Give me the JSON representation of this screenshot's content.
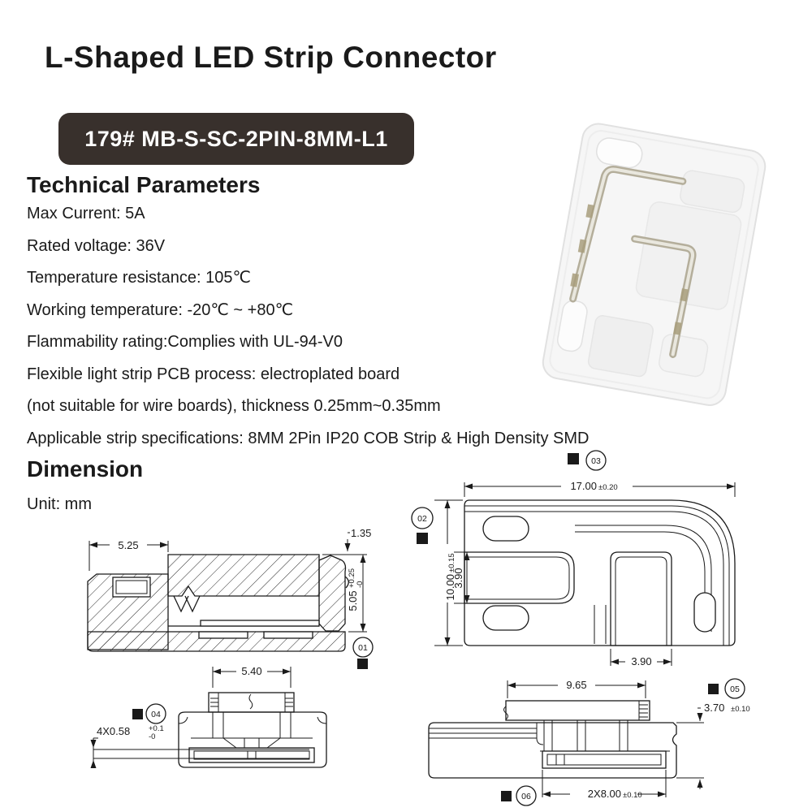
{
  "header": {
    "title": "L-Shaped LED Strip Connector",
    "model": "179# MB-S-SC-2PIN-8MM-L1"
  },
  "tech": {
    "heading": "Technical Parameters",
    "lines": [
      "Max Current: 5A",
      "Rated voltage: 36V",
      "Temperature resistance: 105℃",
      "Working temperature: -20℃ ~ +80℃",
      "Flammability rating:Complies with UL-94-V0",
      "Flexible light strip PCB process: electroplated board",
      "(not suitable for wire boards), thickness 0.25mm~0.35mm",
      "Applicable strip specifications: 8MM  2Pin IP20 COB Strip & High Density SMD"
    ]
  },
  "dimension": {
    "heading": "Dimension",
    "unit_label": "Unit: mm",
    "views": {
      "v1": {
        "balloon": "01",
        "dim_width": "5.25",
        "dim_lip": "1.35",
        "dim_height": "5.05",
        "dim_height_tol_up": "+0.25",
        "dim_height_tol_dn": "-0"
      },
      "v2": {
        "balloon_left": "02",
        "balloon_top": "03",
        "dim_width": "17.00",
        "dim_width_tol": "±0.20",
        "dim_height": "10.00",
        "dim_height_tol": "±0.15",
        "dim_slot": "3.90",
        "dim_leg": "3.90"
      },
      "v3": {
        "balloon": "04",
        "dim_top": "5.40",
        "dim_slot": "4X0.58",
        "dim_slot_tol_up": "+0.1",
        "dim_slot_tol_dn": "-0"
      },
      "v4": {
        "balloon_top": "05",
        "balloon_bottom": "06",
        "dim_top": "9.65",
        "dim_height": "3.70",
        "dim_height_tol": "±0.10",
        "dim_bottom": "2X8.00",
        "dim_bottom_tol": "±0.10"
      }
    }
  },
  "colors": {
    "badge_bg": "#38302c",
    "badge_text": "#ffffff",
    "drawing_line": "#1a1a1a",
    "pin_metal": "#c9c4b0",
    "plastic": "#f5f5f5"
  }
}
